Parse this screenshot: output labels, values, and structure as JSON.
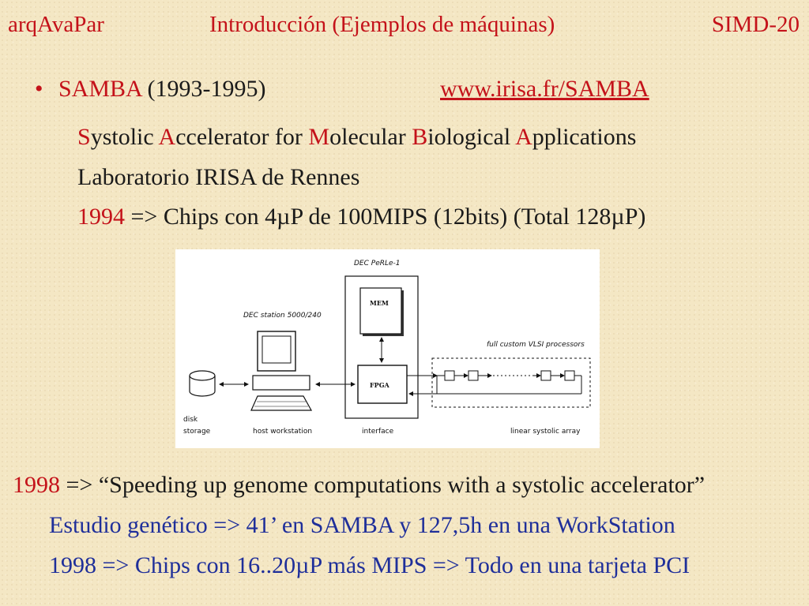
{
  "header": {
    "left": "arqAvaPar",
    "center": "Introducción (Ejemplos de máquinas)",
    "right": "SIMD-20"
  },
  "bullet": {
    "symbol": "•",
    "name": "SAMBA",
    "years": " (1993-1995)",
    "url": "www.irisa.fr/SAMBA"
  },
  "acronym": [
    {
      "initial": "S",
      "rest": "ystolic "
    },
    {
      "initial": "A",
      "rest": "ccelerator for "
    },
    {
      "initial": "M",
      "rest": "olecular "
    },
    {
      "initial": "B",
      "rest": "iological "
    },
    {
      "initial": "A",
      "rest": "pplications"
    }
  ],
  "lab": "Laboratorio IRISA de Rennes",
  "chips_line": {
    "year": "1994",
    "text": " => Chips con 4µP de 100MIPS (12bits) (Total 128µP)"
  },
  "diagram": {
    "dec_perle": "DEC PeRLe-1",
    "dec_station": "DEC station 5000/240",
    "full_custom": "full custom VLSI processors",
    "mem": "MEM",
    "fpga": "FPGA",
    "disk_label_1": "disk",
    "disk_label_2": "storage",
    "host": "host workstation",
    "interface": "interface",
    "array": "linear systolic array"
  },
  "quote_line": {
    "year": "1998",
    "text": " => “Speeding up genome computations with a systolic accelerator”"
  },
  "estudio_line": "Estudio genético => 41’ en SAMBA y 127,5h en una WorkStation",
  "chips2_line": "1998 => Chips con 16..20µP más MIPS => Todo en una tarjeta PCI",
  "colors": {
    "accent": "#c4121a",
    "blue_text": "#1f2f9a",
    "background": "#f4e7c4"
  }
}
